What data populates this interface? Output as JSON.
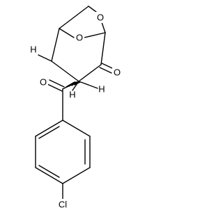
{
  "molecule": {
    "atoms": {
      "O_ring_1": "O",
      "O_ring_2": "O",
      "H_left": "H",
      "O_ketone": "O",
      "O_carbonyl": "O",
      "H_right": "H",
      "H_mid": "H",
      "Cl": "Cl"
    }
  }
}
